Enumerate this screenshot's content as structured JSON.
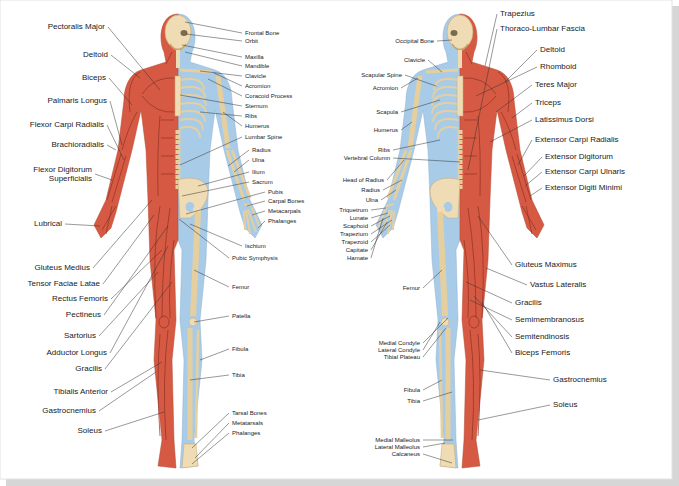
{
  "diagram": {
    "labels": [
      "Pectoralis Major",
      "Deltoid",
      "Biceps",
      "Palmaris Longus",
      "Flexor Carpi Radialis",
      "Brachioradialis",
      "Flexor Digitorum Superficialis",
      "Lubrical",
      "Gluteus Medius",
      "Tensor Faciae Latae",
      "Rectus Femoris",
      "Pectineus",
      "Sartorius",
      "Adductor Longus",
      "Gracilis",
      "Tibialis Anterior",
      "Gastrocnemius",
      "Soleus",
      "Frontal Bone",
      "Orbit",
      "Maxilla",
      "Mandible",
      "Clavicle",
      "Acromion",
      "Coracoid Process",
      "Sternum",
      "Ribs",
      "Humerus",
      "Lumbar Spine",
      "Radius",
      "Ulna",
      "Ilium",
      "Sacrum",
      "Pubis",
      "Carpal Bones",
      "Metacarpals",
      "Phalanges",
      "Ischium",
      "Pubic Symphysis",
      "Femur",
      "Patella",
      "Fibula",
      "Tibia",
      "Tarsal Bones",
      "Metatarsals",
      "Phalanges",
      "Occipital Bone",
      "Clavicle",
      "Scapular Spine",
      "Acromion",
      "Scapula",
      "Humerus",
      "Ribs",
      "Vertebral Column",
      "Head of Radius",
      "Radius",
      "Ulna",
      "Triquetrum",
      "Lunate",
      "Scaphoid",
      "Trapezium",
      "Trapezoid",
      "Capitate",
      "Hamate",
      "Femur",
      "Medial Condyle",
      "Lateral Condyle",
      "Tibial Plateau",
      "Fibula",
      "Tibia",
      "Medial Malleolus",
      "Lateral Malleolus",
      "Calcaneus",
      "Trapezius",
      "Thoraco-Lumbar Fascia",
      "Deltoid",
      "Rhomboid",
      "Teres Major",
      "Triceps",
      "Latissimus Dorsi",
      "Extensor Carpi Radialis",
      "Extensor Digitorum",
      "Extensor Carpi Ulnaris",
      "Extensor Digiti Minimi",
      "Gluteus Maximus",
      "Vastus Lateralis",
      "Gracilis",
      "Semimembranosus",
      "Semitendinosis",
      "Biceps Femoris",
      "Gastrocnemius",
      "Soleus"
    ]
  }
}
